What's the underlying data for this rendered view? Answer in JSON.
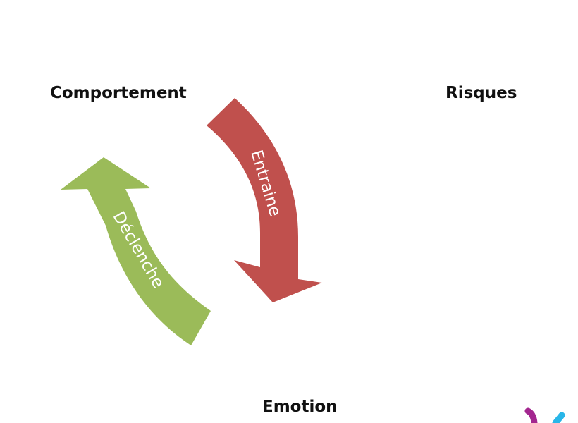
{
  "nodes": {
    "comportement": "Comportement",
    "risques": "Risques",
    "emotion": "Emotion"
  },
  "arrows": {
    "entraine": {
      "label": "Entraine",
      "color": "#c0504d"
    },
    "declenche": {
      "label": "Déclenche",
      "color": "#9bbb59"
    }
  },
  "logo": {
    "colors": [
      "#a3268f",
      "#29b6e8"
    ]
  }
}
